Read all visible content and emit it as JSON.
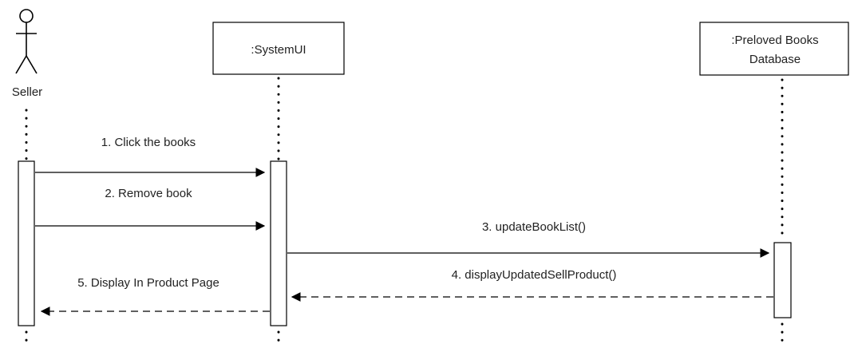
{
  "actor": {
    "label": "Seller"
  },
  "lifelines": {
    "system": {
      "label": ":SystemUI"
    },
    "database": {
      "label_line1": ":Preloved Books",
      "label_line2": "Database"
    }
  },
  "messages": [
    {
      "label": "1. Click the books"
    },
    {
      "label": "2. Remove book"
    },
    {
      "label": "3. updateBookList()"
    },
    {
      "label": "4. displayUpdatedSellProduct()"
    },
    {
      "label": "5. Display In Product Page"
    }
  ],
  "colors": {
    "stroke": "#000000",
    "text": "#222222",
    "background": "#ffffff"
  }
}
